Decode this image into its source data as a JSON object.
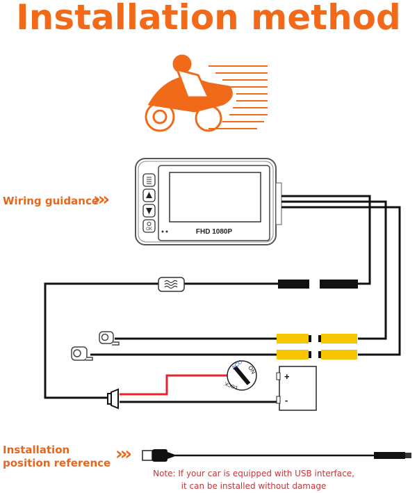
{
  "title": "Installation method",
  "wiring_label": "Wiring guidance",
  "wiring_arrows": "›››",
  "device_label": "FHD 1080P",
  "ok_label": "OK",
  "key_switch": {
    "acc": "ACC",
    "on": "ON",
    "lock": "LOCK"
  },
  "battery": {
    "plus": "+",
    "minus": "-"
  },
  "position_label_line1": "Installation",
  "position_label_line2": "position reference",
  "position_arrows": "›››",
  "note_line1": "Note: If your car is equipped with USB interface,",
  "note_line2": "it can be installed without damage",
  "colors": {
    "accent": "#f06a1a",
    "connector": "#f7c600",
    "power_wire": "#e8232a",
    "note": "#c2373a"
  }
}
